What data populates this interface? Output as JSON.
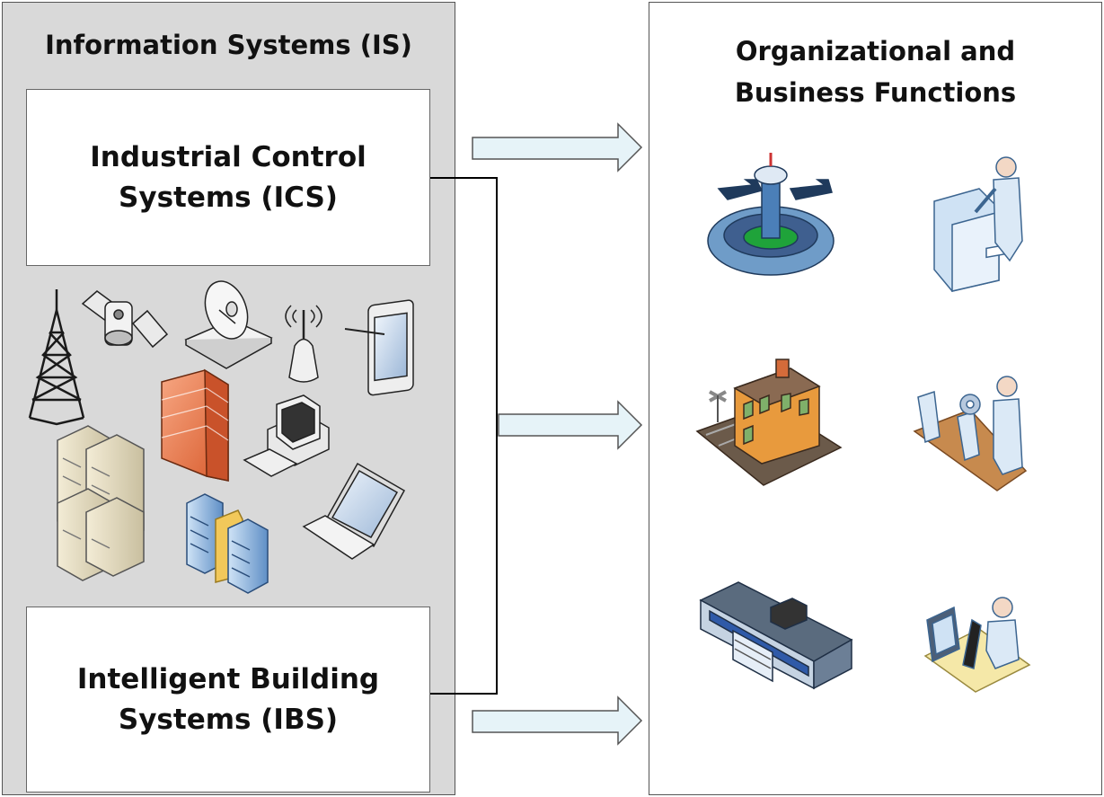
{
  "left_panel": {
    "title": "Information Systems (IS)",
    "ics_box": {
      "line1": "Industrial Control",
      "line2": "Systems (ICS)"
    },
    "ibs_box": {
      "line1": "Intelligent Building",
      "line2": "Systems (IBS)"
    },
    "device_icons": [
      "radio-tower-icon",
      "satellite-icon",
      "satellite-dish-icon",
      "wireless-access-point-icon",
      "tablet-icon",
      "firewall-icon",
      "desktop-computer-icon",
      "server-rack-icon",
      "database-server-icon",
      "laptop-icon"
    ]
  },
  "right_panel": {
    "title_line1": "Organizational and",
    "title_line2": "Business Functions",
    "function_icons": [
      "airport-tower-icon",
      "printing-worker-icon",
      "train-station-icon",
      "assembly-line-worker-icon",
      "warehouse-icon",
      "lab-scientist-icon"
    ]
  },
  "colors": {
    "left_panel_bg": "#d9d9d9",
    "arrow_fill": "#e6f3f8",
    "arrow_stroke": "#555555",
    "connector_line": "#000000"
  }
}
